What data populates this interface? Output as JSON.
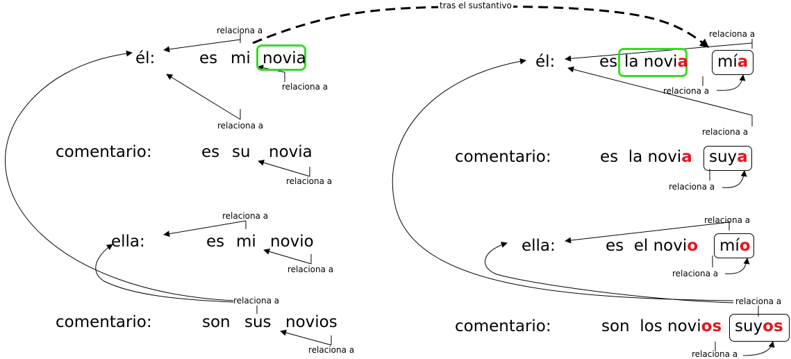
{
  "relation_label": "relaciona a",
  "top_arc_label": "tras el sustantivo",
  "colors": {
    "ending_highlight": "#e8141b",
    "noun_box": "#33dd22"
  },
  "left": {
    "el": {
      "speaker": "él:",
      "es": "es",
      "mi": "mi",
      "novia": "novia"
    },
    "comentario1": {
      "speaker": "comentario:",
      "es": "es",
      "su": "su",
      "novia": "novia"
    },
    "ella": {
      "speaker": "ella:",
      "es": "es",
      "mi": "mi",
      "novio": "novio"
    },
    "comentario2": {
      "speaker": "comentario:",
      "son": "son",
      "sus": "sus",
      "novios": "novios"
    }
  },
  "right": {
    "el": {
      "speaker": "él:",
      "es": "es",
      "la_novi": "la novi",
      "end": "a",
      "pos_stem": "mí",
      "pos_end": "a"
    },
    "comentario1": {
      "speaker": "comentario:",
      "prefix": "es  la novi",
      "end": "a",
      "pos_stem": "suy",
      "pos_end": "a"
    },
    "ella": {
      "speaker": "ella:",
      "prefix": "es  el novi",
      "end": "o",
      "pos_stem": "mí",
      "pos_end": "o"
    },
    "comentario2": {
      "speaker": "comentario:",
      "prefix": "son  los novi",
      "end": "os",
      "pos_stem": "suy",
      "pos_end": "os"
    }
  }
}
